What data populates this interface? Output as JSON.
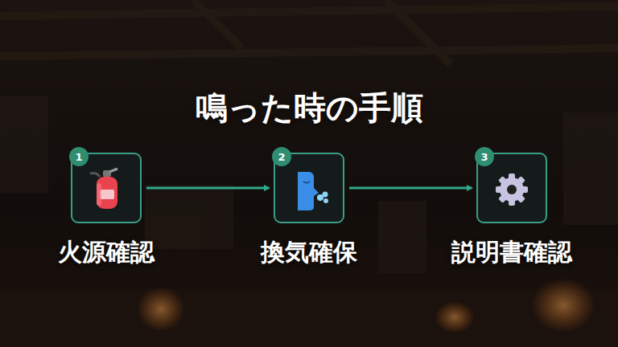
{
  "diagram": {
    "title": "鳴った時の手順",
    "nodes": [
      {
        "text": [
          "火源確認"
        ]
      },
      {
        "text": [
          "1"
        ],
        "in": 0
      },
      {
        "text": [
          "換気確保"
        ]
      },
      {
        "text": [
          "2"
        ],
        "in": 2
      },
      {
        "text": [
          "説明書確認"
        ]
      },
      {
        "text": [
          "3"
        ],
        "in": 4
      }
    ],
    "edges": [
      {
        "from": 0,
        "to": 2,
        "arrow": "to"
      },
      {
        "from": 2,
        "to": 4,
        "arrow": "to"
      }
    ]
  }
}
